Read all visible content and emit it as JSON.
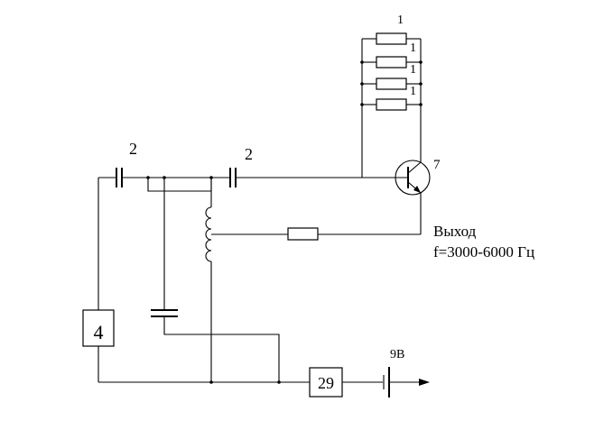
{
  "diagram": {
    "capacitor_label_left": "2",
    "capacitor_label_right": "2",
    "resistor_labels": [
      "1",
      "1",
      "1",
      "1"
    ],
    "transistor_label": "7",
    "block_4_label": "4",
    "block_29_label": "29",
    "battery_label": "9В",
    "output_label": "Выход",
    "output_freq": "f=3000-6000 Гц"
  }
}
